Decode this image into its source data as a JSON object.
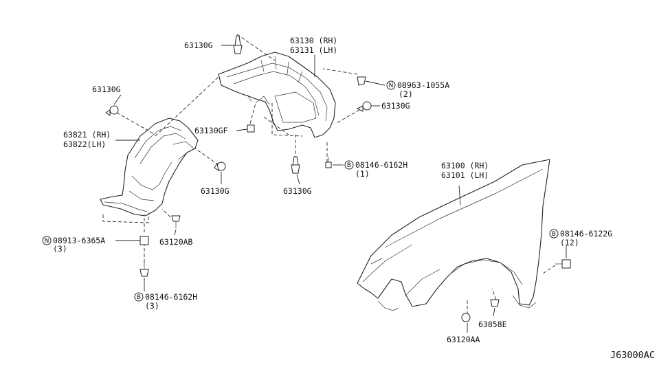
{
  "callouts": {
    "clip_top": "63130G",
    "rh_liner_top_1": "63130 (RH)",
    "rh_liner_top_2": "63131 (LH)",
    "nut_1055": "08963-1055A",
    "nut_1055_qty": "(2)",
    "clip_left_top": "63130G",
    "clip_right_mid": "63130G",
    "front_liner_1": "63821 (RH)",
    "front_liner_2": "63822(LH)",
    "clip_gf": "63130GF",
    "clip_left_bottom": "63130G",
    "clip_center_bottom": "63130G",
    "bolt_6162_top": "08146-6162H",
    "bolt_6162_top_qty": "(1)",
    "fender_1": "63100 (RH)",
    "fender_2": "63101 (LH)",
    "nut_6365": "08913-6365A",
    "nut_6365_qty": "(3)",
    "screw_120ab": "63120AB",
    "bolt_6162_bottom": "08146-6162H",
    "bolt_6162_bottom_qty": "(3)",
    "bolt_6122": "08146-6122G",
    "bolt_6122_qty": "(12)",
    "seal_858e": "63858E",
    "screw_120aa": "63120AA",
    "diagram_id": "J63000AC"
  },
  "symbols": {
    "nut": "N",
    "bolt": "B"
  }
}
